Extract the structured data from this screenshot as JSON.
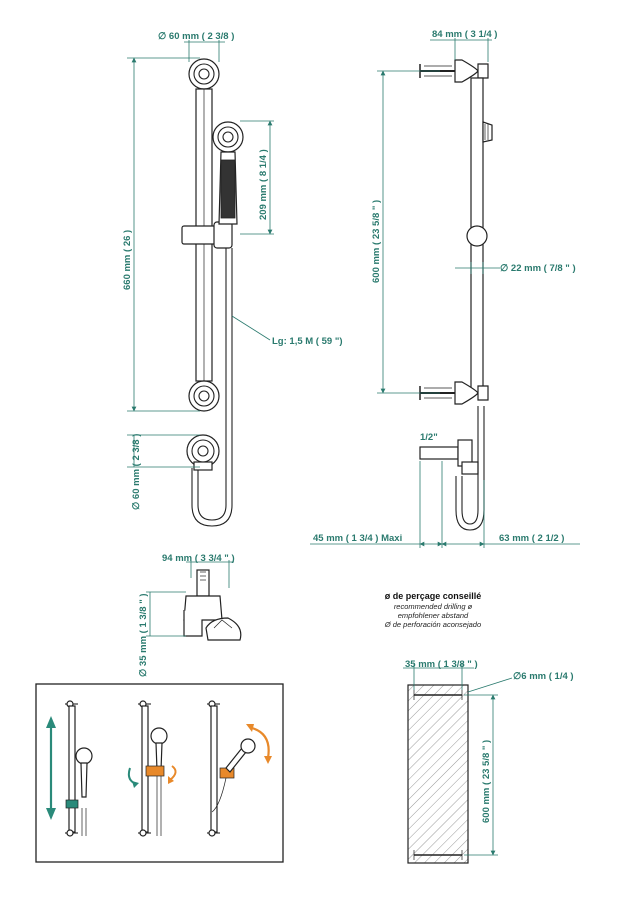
{
  "colors": {
    "dimension": "#2a7a6e",
    "outline": "#222222",
    "accent_orange": "#e8892a",
    "accent_teal": "#2a8a7a",
    "background": "#ffffff"
  },
  "front_view": {
    "flange_diameter_top": "∅ 60 mm ( 2 3/8 )",
    "total_height": "660 mm ( 26 )",
    "handshower_length": "209 mm ( 8 1/4 )",
    "hose_length": "Lg: 1,5 M ( 59 \")",
    "outlet_diameter": "∅ 60 mm ( 2 3/8 )"
  },
  "side_view": {
    "projection": "84 mm ( 3 1/4 )",
    "fixing_centers": "600 mm ( 23 5/8 \" )",
    "rail_diameter": "∅ 22 mm ( 7/8 \" )",
    "connection": "1/2\"",
    "wall_depth": "45 mm ( 1 3/4 )  Maxi",
    "outlet_projection": "63 mm ( 2 1/2 )"
  },
  "outlet_view": {
    "width": "94 mm ( 3 3/4 \" )",
    "diameter": "∅ 35 mm ( 1 3/8 \" )"
  },
  "drilling": {
    "title": "ø de perçage conseillé",
    "en": "recommended drilling ø",
    "de": "empfohlener abstand",
    "es": "Ø de perforación aconsejado",
    "width": "35 mm ( 1 3/8 \" )",
    "hole": "∅6 mm ( 1/4 )",
    "height": "600 mm ( 23 5/8 \" )"
  }
}
